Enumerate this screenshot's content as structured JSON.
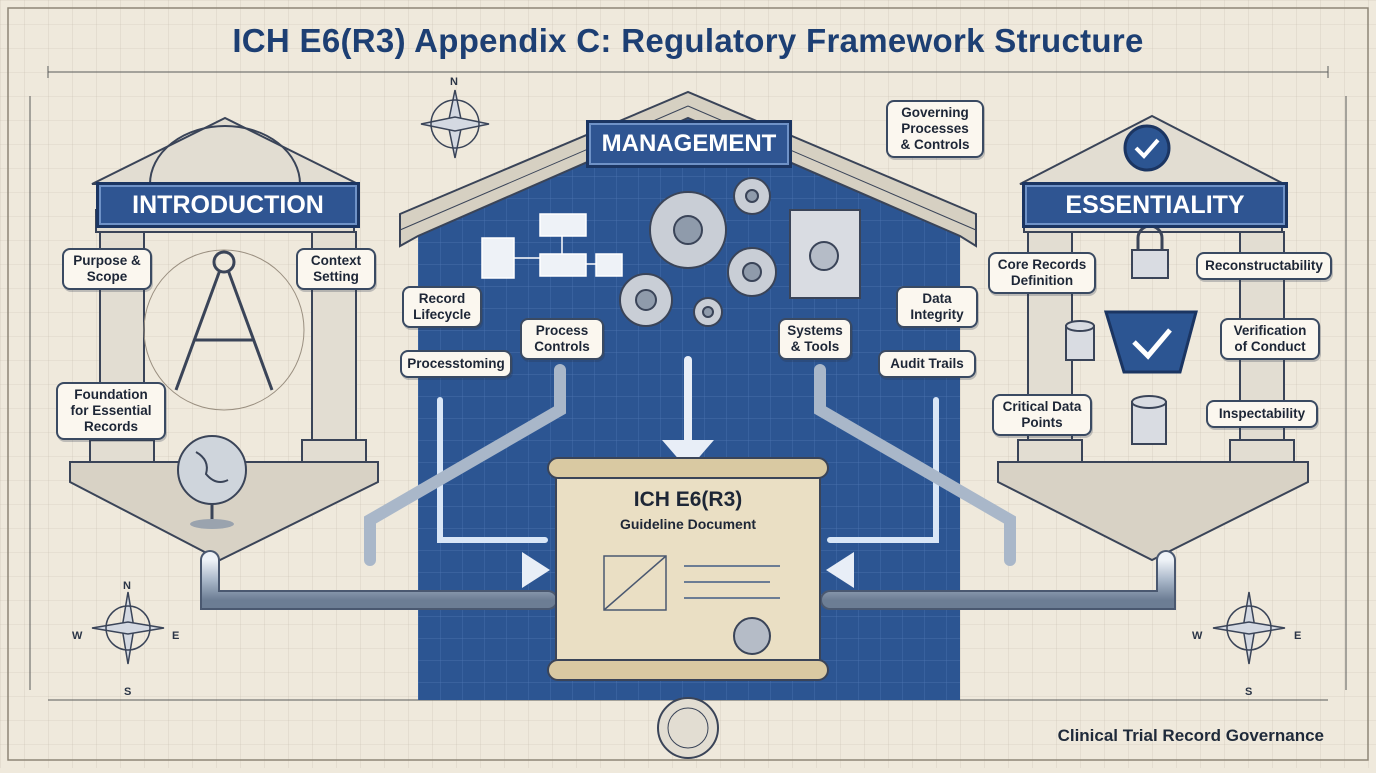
{
  "title": "ICH E6(R3) Appendix C: Regulatory Framework Structure",
  "footer": "Clinical Trial Record Governance",
  "sections": {
    "introduction": "INTRODUCTION",
    "management": "MANAGEMENT",
    "essentiality": "ESSENTIALITY"
  },
  "central_document": {
    "title": "ICH E6(R3)",
    "subtitle": "Guideline Document"
  },
  "introduction_callouts": {
    "purpose": "Purpose &\nScope",
    "context": "Context\nSetting",
    "foundation": "Foundation\nfor Essential\nRecords"
  },
  "management_callouts": {
    "governing": "Governing\nProcesses\n& Controls",
    "record_lifecycle": "Record\nLifecycle",
    "process_controls": "Process\nControls",
    "processtoming": "Processtoming",
    "data_integrity": "Data\nIntegrity",
    "systems_tools": "Systems\n& Tools",
    "audit_trails": "Audit Trails"
  },
  "essentiality_callouts": {
    "core_records": "Core Records\nDefinition",
    "reconstructability": "Reconstructability",
    "verification": "Verification\nof Conduct",
    "critical_data": "Critical Data\nPoints",
    "inspectability": "Inspectability"
  },
  "compass": {
    "north": "N",
    "south": "S",
    "east": "E",
    "west": "W"
  },
  "colors": {
    "blueprint": "#2c5592",
    "paper": "#efe9dc",
    "ink": "#1d3f73"
  },
  "icons": [
    "compass-rose-icon",
    "drafting-compass-icon",
    "globe-icon",
    "gear-icon",
    "safe-icon",
    "padlock-icon",
    "shield-check-icon",
    "database-icon",
    "scroll-icon",
    "seal-icon"
  ]
}
